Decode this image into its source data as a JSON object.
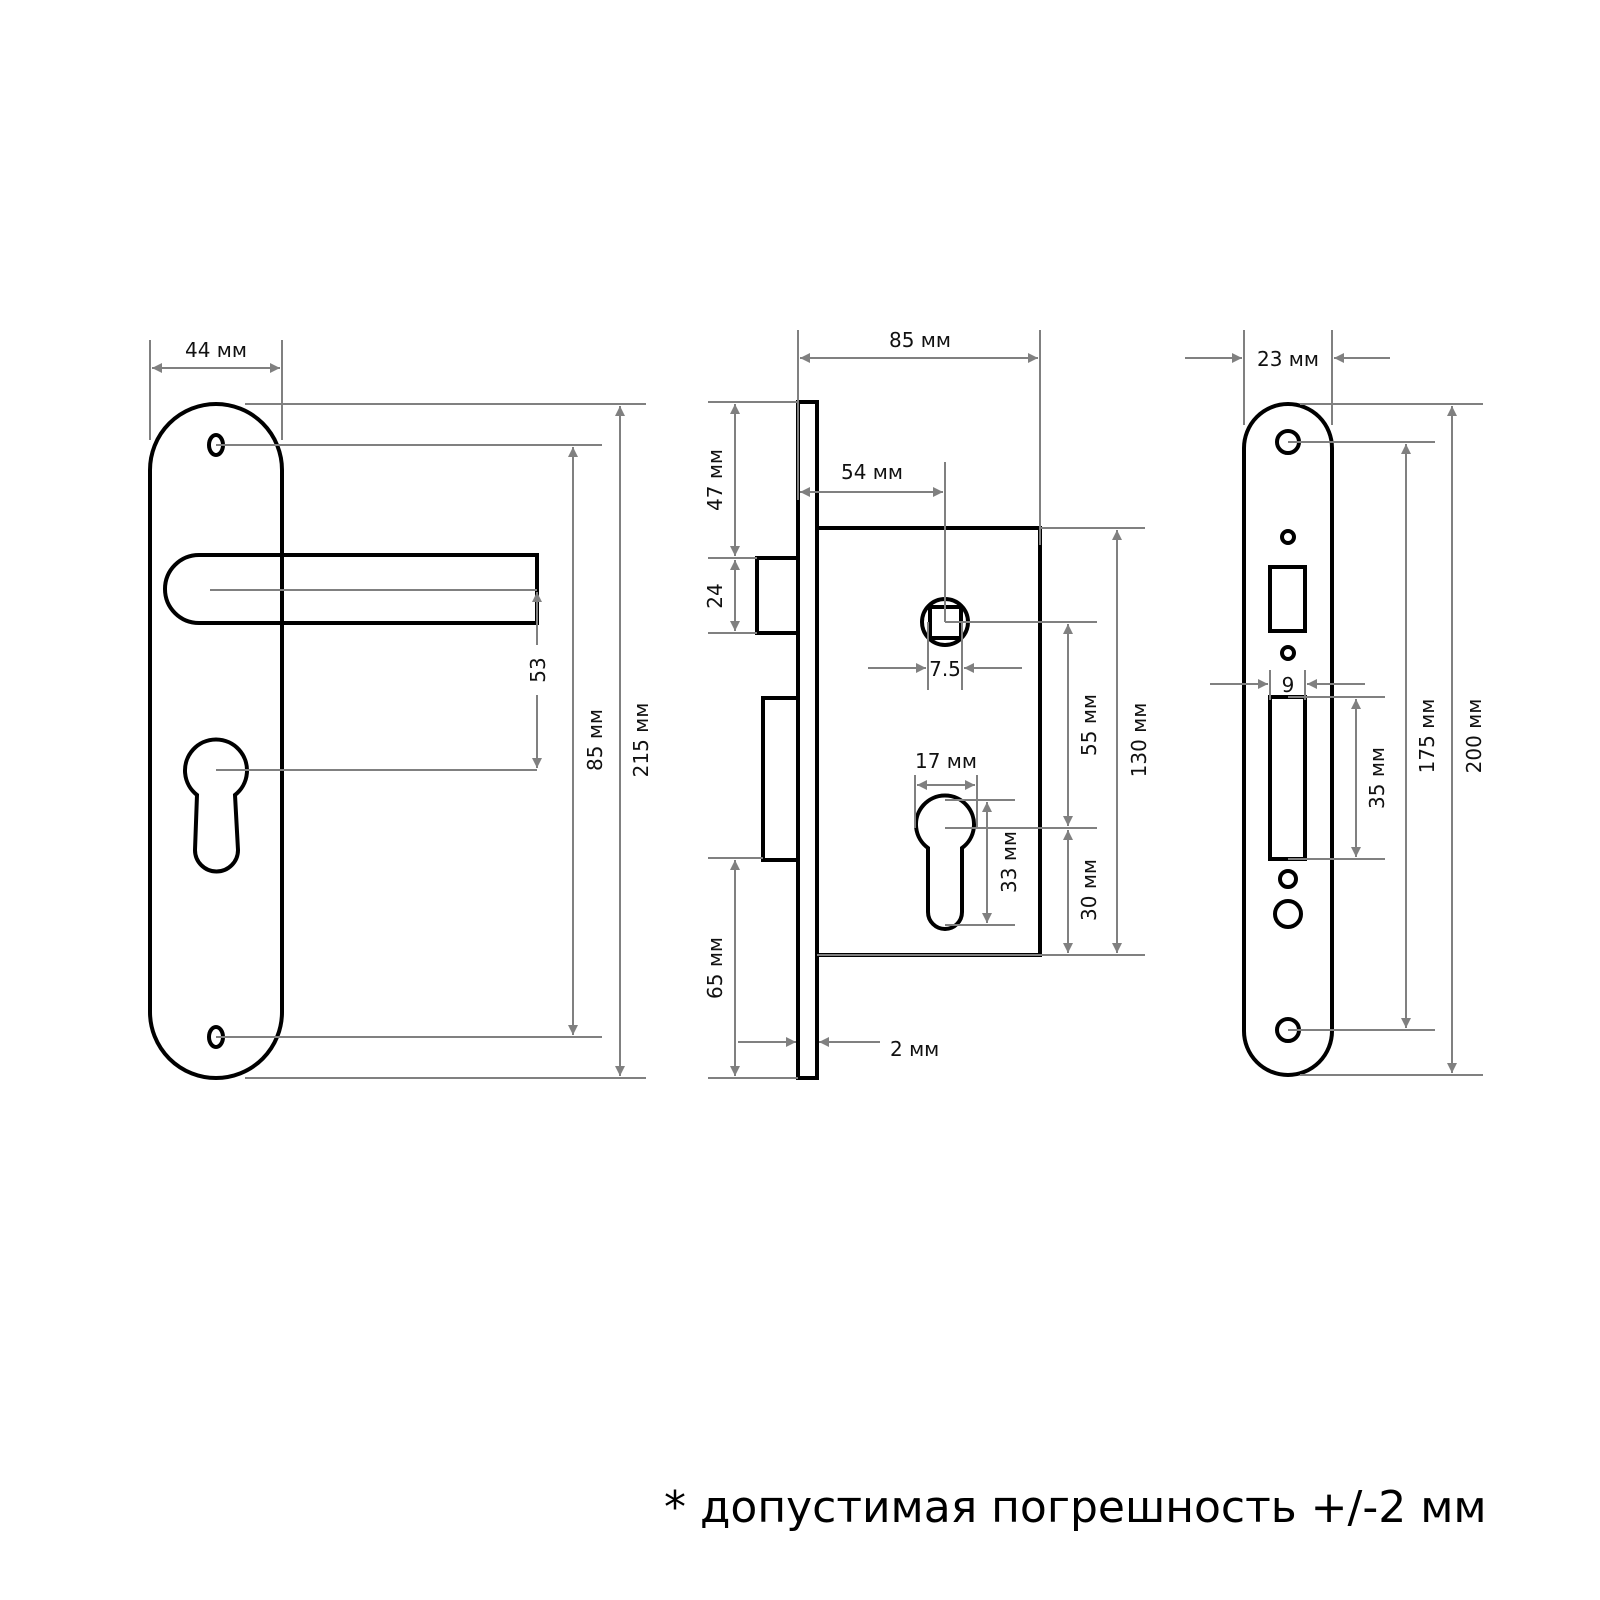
{
  "handle_plate": {
    "width_label": "44 мм",
    "holes_label": "85 мм",
    "height_label": "215 мм",
    "handle_to_cylinder_label": "53"
  },
  "lock_body": {
    "depth_label": "85 мм",
    "backset_label": "54 мм",
    "spindle_label": "7.5",
    "top_to_latch_label": "47 мм",
    "latch_label": "24",
    "bottom_to_bolt_label": "65 мм",
    "faceplate_label": "2 мм",
    "center_distance_label": "55 мм",
    "cyl_to_bottom_label": "30 мм",
    "body_height_label": "130 мм",
    "cylinder_width_label": "17 мм",
    "cylinder_height_label": "33 мм"
  },
  "strike_plate": {
    "width_label": "23 мм",
    "slot_width_label": "9",
    "bolt_slot_label": "35 мм",
    "holes_label": "175 мм",
    "height_label": "200 мм"
  },
  "footnote": "* допустимая погрешность +/-2 мм"
}
